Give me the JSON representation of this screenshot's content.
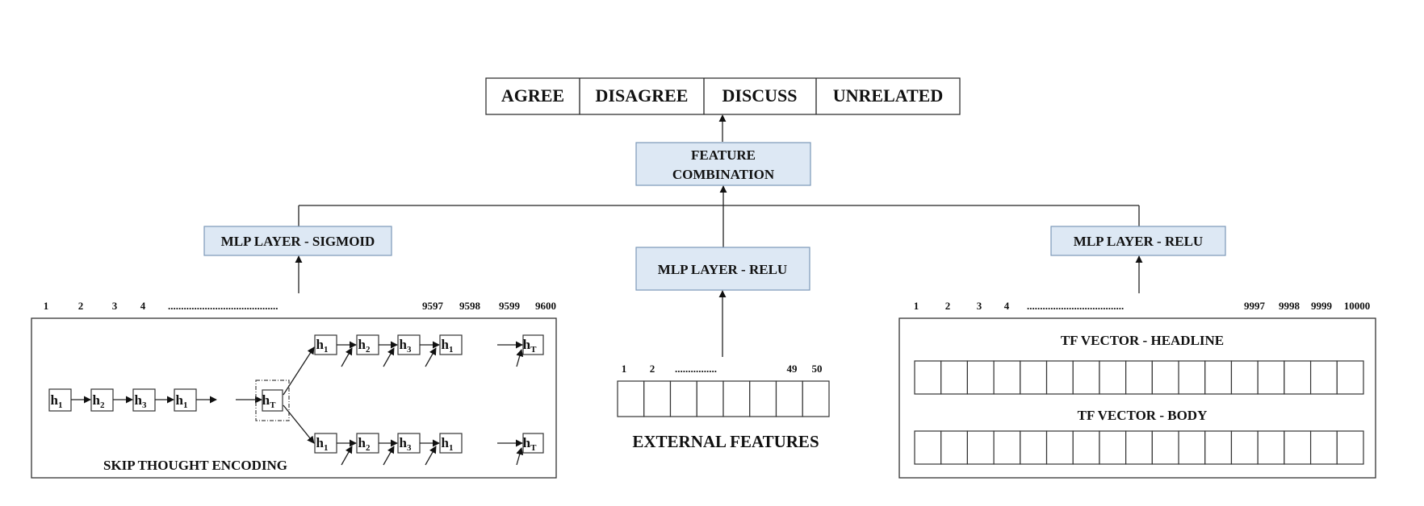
{
  "output_classes": [
    "AGREE",
    "DISAGREE",
    "DISCUSS",
    "UNRELATED"
  ],
  "feature_combination": [
    "FEATURE",
    "COMBINATION"
  ],
  "mlp_left": "MLP LAYER - SIGMOID",
  "mlp_center": "MLP LAYER - RELU",
  "mlp_right": "MLP LAYER - RELU",
  "skip_thought": {
    "indices_start": [
      "1",
      "2",
      "3",
      "4"
    ],
    "dots": "..........................................",
    "indices_end": [
      "9597",
      "9598",
      "9599",
      "9600"
    ],
    "encoder_cells": [
      "h",
      "h",
      "h",
      "h"
    ],
    "encoder_subs": [
      "1",
      "2",
      "3",
      "1"
    ],
    "final_cell": "h",
    "final_sub": "T",
    "decoder_cells": [
      "h",
      "h",
      "h",
      "h"
    ],
    "decoder_subs": [
      "1",
      "2",
      "3",
      "1"
    ],
    "label": "SKIP THOUGHT ENCODING"
  },
  "external": {
    "indices_start": [
      "1",
      "2"
    ],
    "dots": "................",
    "indices_end": [
      "49",
      "50"
    ],
    "cell_count": 8,
    "label": "EXTERNAL  FEATURES"
  },
  "tf": {
    "indices_start": [
      "1",
      "2",
      "3",
      "4"
    ],
    "dots": ".....................................",
    "indices_end": [
      "9997",
      "9998",
      "9999",
      "10000"
    ],
    "headline_label": "TF  VECTOR - HEADLINE",
    "body_label": "TF  VECTOR - BODY",
    "cell_count": 17
  }
}
